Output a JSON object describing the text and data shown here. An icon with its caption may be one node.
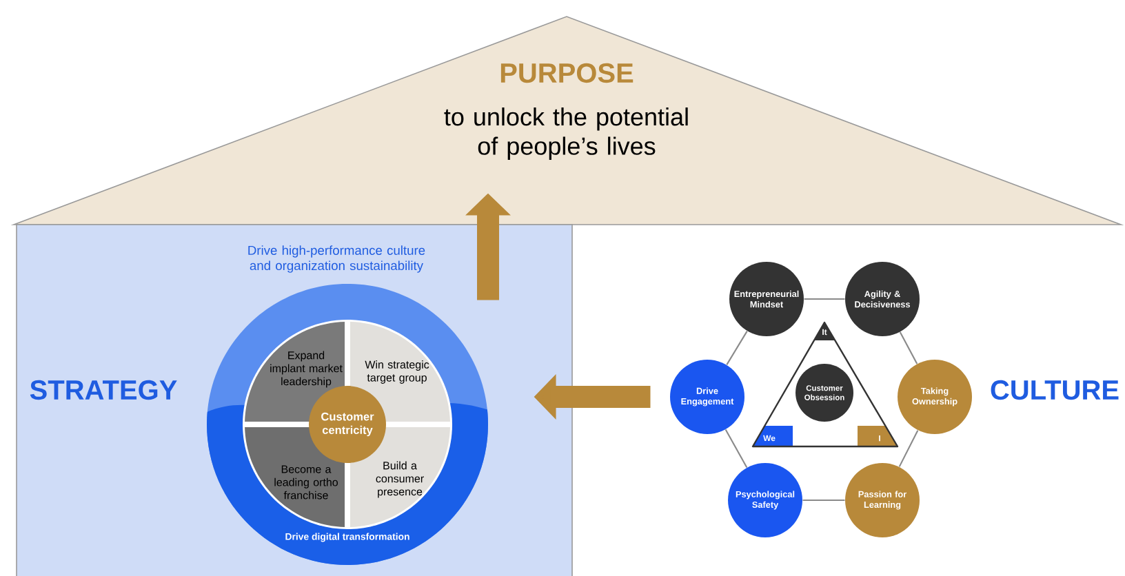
{
  "diagram": {
    "nodes": [
      {
        "text": [
          "PURPOSE",
          "to unlock the potential of people’s lives"
        ]
      },
      {
        "text": [
          "STRATEGY"
        ]
      },
      {
        "text": [
          "Drive high-performance culture and organization sustainability",
          "Drive digital transformation"
        ],
        "in": 1
      },
      {
        "text": [
          "Expand implant market leadership"
        ],
        "in": 2
      },
      {
        "text": [
          "Win strategic target group"
        ],
        "in": 2
      },
      {
        "text": [
          "Become a leading ortho franchise"
        ],
        "in": 2
      },
      {
        "text": [
          "Build a consumer presence"
        ],
        "in": 2
      },
      {
        "text": [
          "Customer centricity"
        ],
        "in": 2
      },
      {
        "text": [
          "Entrepreneurial Mindset"
        ]
      },
      {
        "text": [
          "Agility & Decisiveness"
        ]
      },
      {
        "text": [
          "Drive Engagement"
        ]
      },
      {
        "text": [
          "It",
          "We",
          "I"
        ]
      },
      {
        "text": [
          "Customer Obsession"
        ],
        "in": 11
      },
      {
        "text": [
          "Taking Ownership"
        ]
      },
      {
        "text": [
          "Psychological Safety"
        ]
      },
      {
        "text": [
          "Passion for Learning"
        ]
      }
    ],
    "edges": [
      {
        "from": 10,
        "to": 2,
        "arrow": "to",
        "style": "thick",
        "color": "#b8893a"
      },
      {
        "from": 2,
        "to": 0,
        "arrow": "to",
        "style": "thick",
        "color": "#b8893a"
      },
      {
        "from": 8,
        "to": 9,
        "arrow": "none"
      },
      {
        "from": 9,
        "to": 13,
        "arrow": "none"
      },
      {
        "from": 13,
        "to": 15,
        "arrow": "none"
      },
      {
        "from": 15,
        "to": 14,
        "arrow": "none"
      },
      {
        "from": 14,
        "to": 10,
        "arrow": "none"
      },
      {
        "from": 10,
        "to": 8,
        "arrow": "none"
      }
    ],
    "labels": [
      "CULTURE"
    ]
  }
}
